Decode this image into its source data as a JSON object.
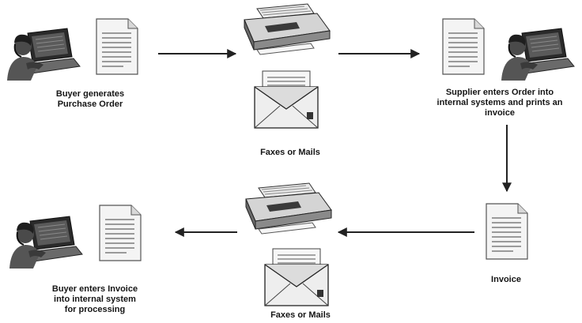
{
  "steps": {
    "buyer_generates": {
      "line1": "Buyer generates",
      "line2": "Purchase Order"
    },
    "faxes_top": "Faxes or Mails",
    "supplier": {
      "line1": "Supplier enters Order into",
      "line2": "internal systems and prints an",
      "line3": "invoice"
    },
    "invoice": "Invoice",
    "faxes_bottom": "Faxes or Mails",
    "buyer_enters": {
      "line1": "Buyer enters Invoice",
      "line2": "into internal system",
      "line3": "for processing"
    }
  },
  "icons": [
    "person-at-laptop-icon",
    "document-icon",
    "fax-machine-icon",
    "envelope-icon",
    "arrow-icon"
  ],
  "colors": {
    "ink": "#151515",
    "arrow": "#222222",
    "screen": "#2a2a2a",
    "paper": "#f4f4f4"
  }
}
